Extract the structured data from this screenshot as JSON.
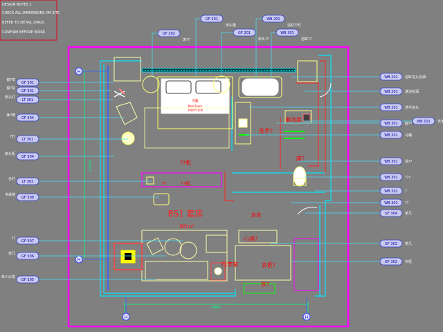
{
  "title_block": {
    "lines": [
      "DESIGN NOTES 1",
      "CHECK ALL DIMENSIONS ON SITE",
      "REFER TO DETAIL DWGS",
      "CONFIRM BEFORE WORK"
    ]
  },
  "room": {
    "name": "BS1 套房",
    "area": "86m²",
    "bed_name": "?床",
    "bed_sub": "Bed Room",
    "bed_size": "2000*2100",
    "zone_a": "??机",
    "zone_b": "??",
    "zone_c": "??机",
    "shower": "淋浴房",
    "wash": "洗手?",
    "toilet": "座?",
    "minibar": "小酒?",
    "luggage": "行李架",
    "wardrobe": "衣柜?",
    "closet": "衣?",
    "corridor": "走道",
    "bottom_dim": "8900",
    "left_dim": "12100",
    "grid_h": "H"
  },
  "callouts_top": [
    {
      "tag": "GF 202",
      "note": "床??"
    },
    {
      "tag": "GF 201",
      "note": "床头柜"
    },
    {
      "tag": "GF 201",
      "note": "床头??"
    },
    {
      "tag": "WB 201",
      "note": "浴缸??灯"
    },
    {
      "tag": "WB 301",
      "note": "浴缸??"
    }
  ],
  "callouts_left": [
    {
      "tag": "GF 301",
      "note": "窗?帘"
    },
    {
      "tag": "GF 301",
      "note": "窗?帘"
    },
    {
      "tag": "LT 301",
      "note": "床头灯"
    },
    {
      "tag": "GF 304",
      "note": "休?椅"
    },
    {
      "tag": "LT 301",
      "note": "?灯"
    },
    {
      "tag": "GF 304",
      "note": "床头柜"
    },
    {
      "tag": "LT 303",
      "note": "台灯"
    },
    {
      "tag": "GF 308",
      "note": "书桌椅"
    },
    {
      "tag": "GF 307",
      "note": "??"
    },
    {
      "tag": "GF 306",
      "note": "茶几"
    },
    {
      "tag": "GF 305",
      "note": "单人沙发"
    }
  ],
  "callouts_right": [
    {
      "tag": "WB 201",
      "note": "浴缸龙头花洒"
    },
    {
      "tag": "WB 201",
      "note": "淋浴花洒"
    },
    {
      "tag": "WB 201",
      "note": "洗手龙头"
    },
    {
      "tag": "WB 101",
      "note": "洗手??"
    },
    {
      "tag": "WB 301",
      "note": "面??"
    },
    {
      "tag": "WB 201",
      "note": "马桶"
    },
    {
      "tag": "WB 301",
      "note": "浴??"
    },
    {
      "tag": "WB 301",
      "note": "???"
    },
    {
      "tag": "WB 201",
      "note": "?"
    },
    {
      "tag": "WB 301",
      "note": "??"
    },
    {
      "tag": "GF 304",
      "note": "茶几"
    },
    {
      "tag": "GF 303",
      "note": "茶几"
    },
    {
      "tag": "GF 302",
      "note": "衣柜"
    }
  ]
}
